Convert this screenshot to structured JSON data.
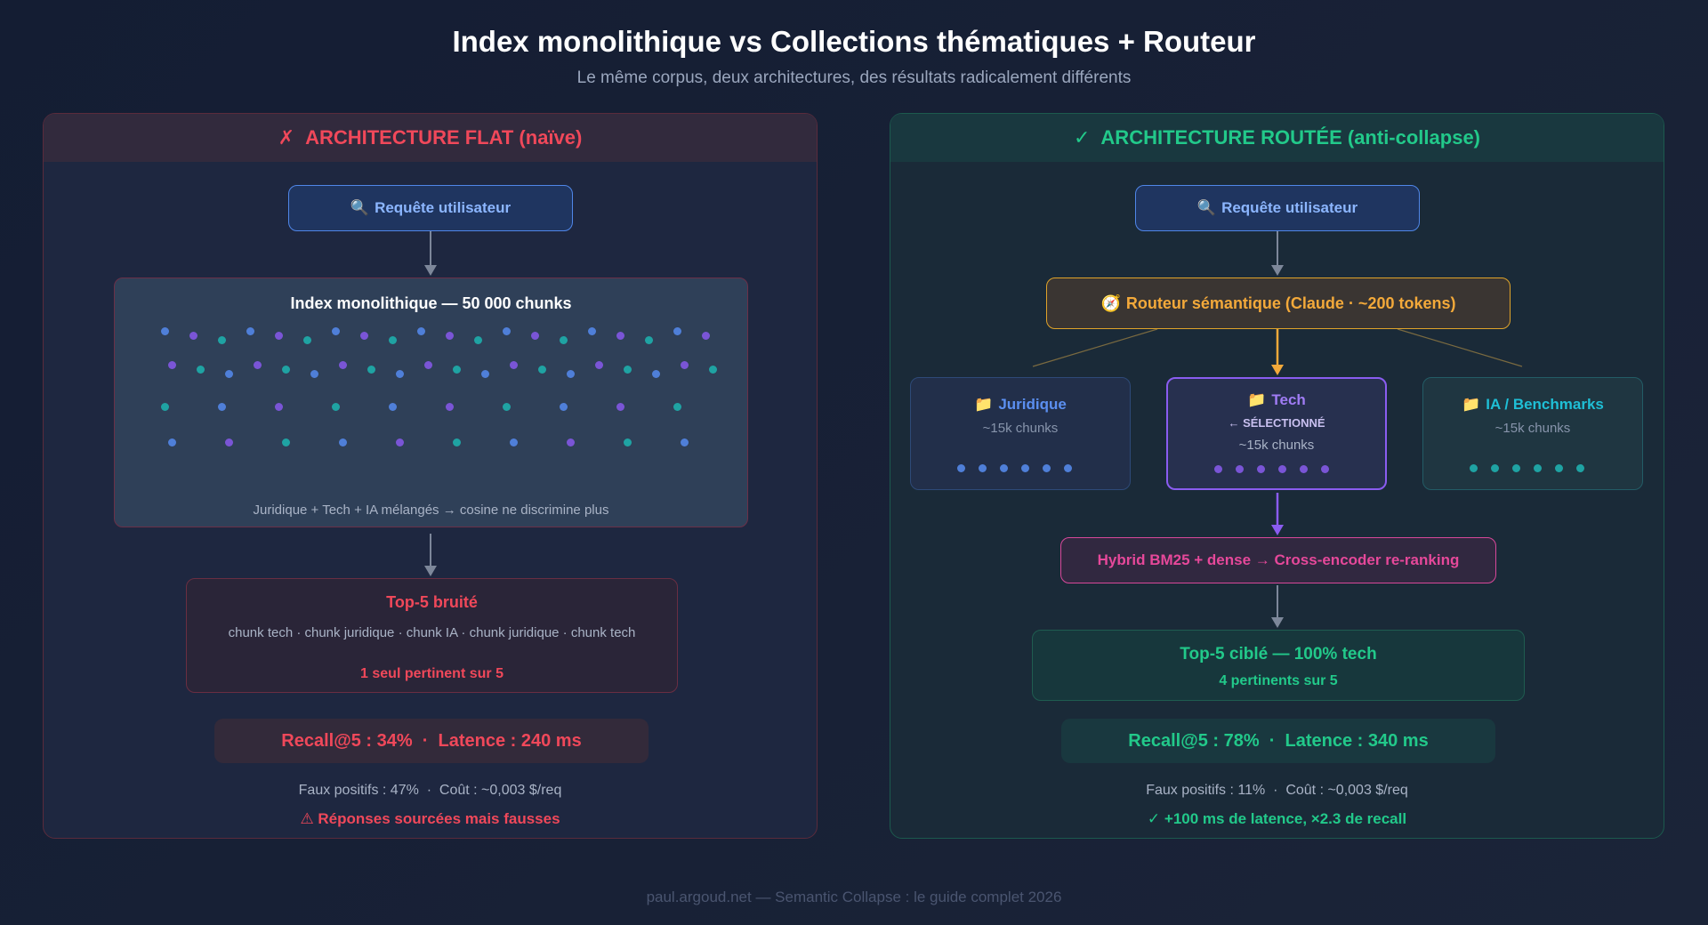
{
  "header": {
    "title": "Index monolithique vs Collections thématiques + Routeur",
    "subtitle": "Le même corpus, deux architectures, des résultats radicalement différents"
  },
  "left": {
    "mark": "✗",
    "heading": "ARCHITECTURE FLAT (naïve)",
    "query_icon": "🔍",
    "query": "Requête utilisateur",
    "index_title": "Index monolithique — 50 000 chunks",
    "index_footer": "Juridique + Tech + IA mélangés → cosine ne discrimine plus",
    "result_title": "Top-5 bruité",
    "result_list": "chunk tech · chunk juridique · chunk IA · chunk juridique · chunk tech",
    "result_note": "1 seul pertinent sur 5",
    "metrics": "Recall@5 : 34%  ·  Latence : 240 ms",
    "stats": "Faux positifs : 47%  ·  Coût : ~0,003 $/req",
    "warning": "⚠ Réponses sourcées mais fausses"
  },
  "right": {
    "mark": "✓",
    "heading": "ARCHITECTURE ROUTÉE (anti-collapse)",
    "query_icon": "🔍",
    "query": "Requête utilisateur",
    "router_icon": "🧭",
    "router": "Routeur sémantique (Claude · ~200 tokens)",
    "collections": [
      {
        "icon": "📁",
        "name": "Juridique",
        "size": "~15k chunks"
      },
      {
        "icon": "📁",
        "name": "Tech",
        "selected": "← SÉLECTIONNÉ",
        "size": "~15k chunks"
      },
      {
        "icon": "📁",
        "name": "IA / Benchmarks",
        "size": "~15k chunks"
      }
    ],
    "hybrid": "Hybrid BM25 + dense → Cross-encoder re-ranking",
    "target_title": "Top-5 ciblé — 100% tech",
    "target_sub": "4 pertinents sur 5",
    "metrics": "Recall@5 : 78%  ·  Latence : 340 ms",
    "stats": "Faux positifs : 11%  ·  Coût : ~0,003 $/req",
    "note": "✓ +100 ms de latence, ×2.3 de recall"
  },
  "colors": {
    "blue": "#4f7fd8",
    "purple": "#7a55d6",
    "teal": "#1fa3a3",
    "red": "#f0485a",
    "green": "#22c98a",
    "orange": "#f3a93a",
    "pink": "#e6489a"
  },
  "footer": "paul.argoud.net — Semantic Collapse : le guide complet 2026"
}
